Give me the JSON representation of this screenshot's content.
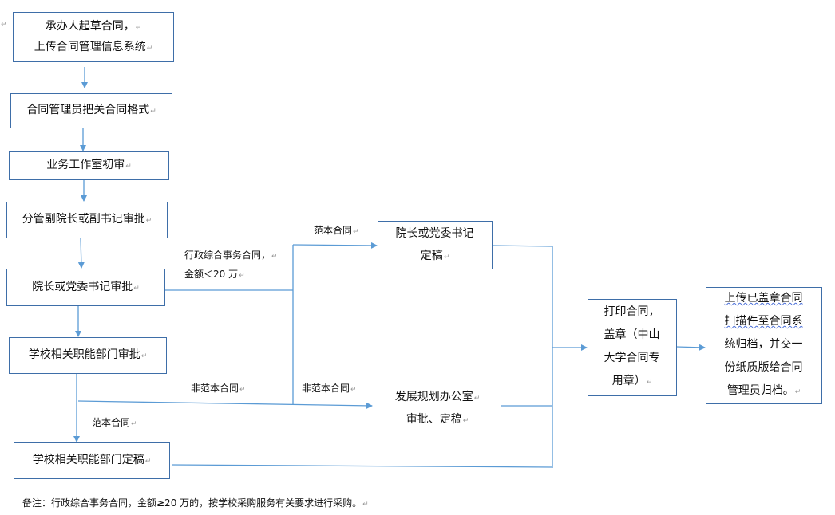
{
  "nodes": {
    "draft": [
      "承办人起草合同，",
      "上传合同管理信息系统"
    ],
    "format_check": "合同管理员把关合同格式",
    "studio_review": "业务工作室初审",
    "vice_dean_approval": "分管副院长或副书记审批",
    "dean_approval": "院长或党委书记审批",
    "dept_approval": "学校相关职能部门审批",
    "dept_finalize": "学校相关职能部门定稿",
    "dean_finalize": [
      "院长或党委书记",
      "定稿"
    ],
    "planning_office": [
      "发展规划办公室",
      "审批、定稿"
    ],
    "print_seal": [
      "打印合同，",
      "盖章（中山",
      "大学合同专",
      "用章）"
    ],
    "upload_archive": [
      "上传已盖章合同",
      "扫描件至合同系",
      "统归档，并交一",
      "份纸质版给合同",
      "管理员归档。"
    ]
  },
  "edge_labels": {
    "admin_contract": "行政综合事务合同，",
    "amount_lt": "金额＜20 万",
    "template_top": "范本合同",
    "non_template_left": "非范本合同",
    "non_template_right": "非范本合同",
    "template_bottom": "范本合同"
  },
  "note": "备注：行政综合事务合同，金额≥20 万的，按学校采购服务有关要求进行采购。",
  "colors": {
    "line": "#5b9bd5",
    "border": "#3e6ea8"
  }
}
